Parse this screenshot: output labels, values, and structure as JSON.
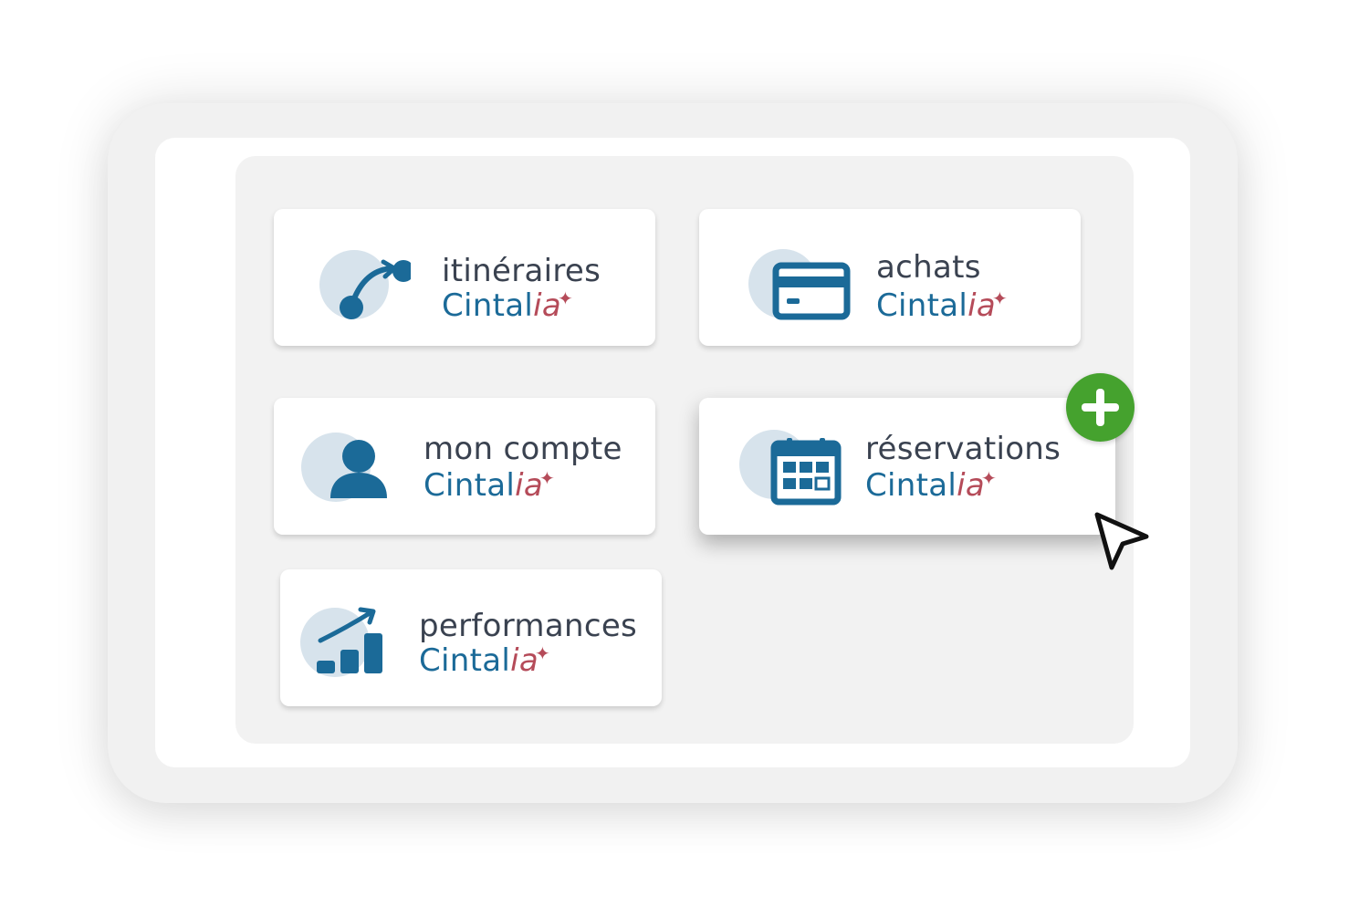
{
  "colors": {
    "brand_blue": "#1b6a98",
    "brand_ia": "#b54b59",
    "title_text": "#3a4250",
    "icon_bubble": "#d7e3ec",
    "add_green": "#45a22e"
  },
  "cards": [
    {
      "title": "itinéraires",
      "brand": "Cintal",
      "brand_accent": "ia",
      "brand_spark": "✦",
      "icon": "route-icon"
    },
    {
      "title": "achats",
      "brand": "Cintal",
      "brand_accent": "ia",
      "brand_spark": "✦",
      "icon": "credit-card-icon"
    },
    {
      "title": "mon compte",
      "brand": "Cintal",
      "brand_accent": "ia",
      "brand_spark": "✦",
      "icon": "user-icon"
    },
    {
      "title": "réservations",
      "brand": "Cintal",
      "brand_accent": "ia",
      "brand_spark": "✦",
      "icon": "calendar-icon"
    },
    {
      "title": "performances",
      "brand": "Cintal",
      "brand_accent": "ia",
      "brand_spark": "✦",
      "icon": "growth-chart-icon"
    }
  ],
  "add_badge": {
    "icon": "plus-icon"
  },
  "pointer": {
    "icon": "cursor-arrow-icon"
  }
}
